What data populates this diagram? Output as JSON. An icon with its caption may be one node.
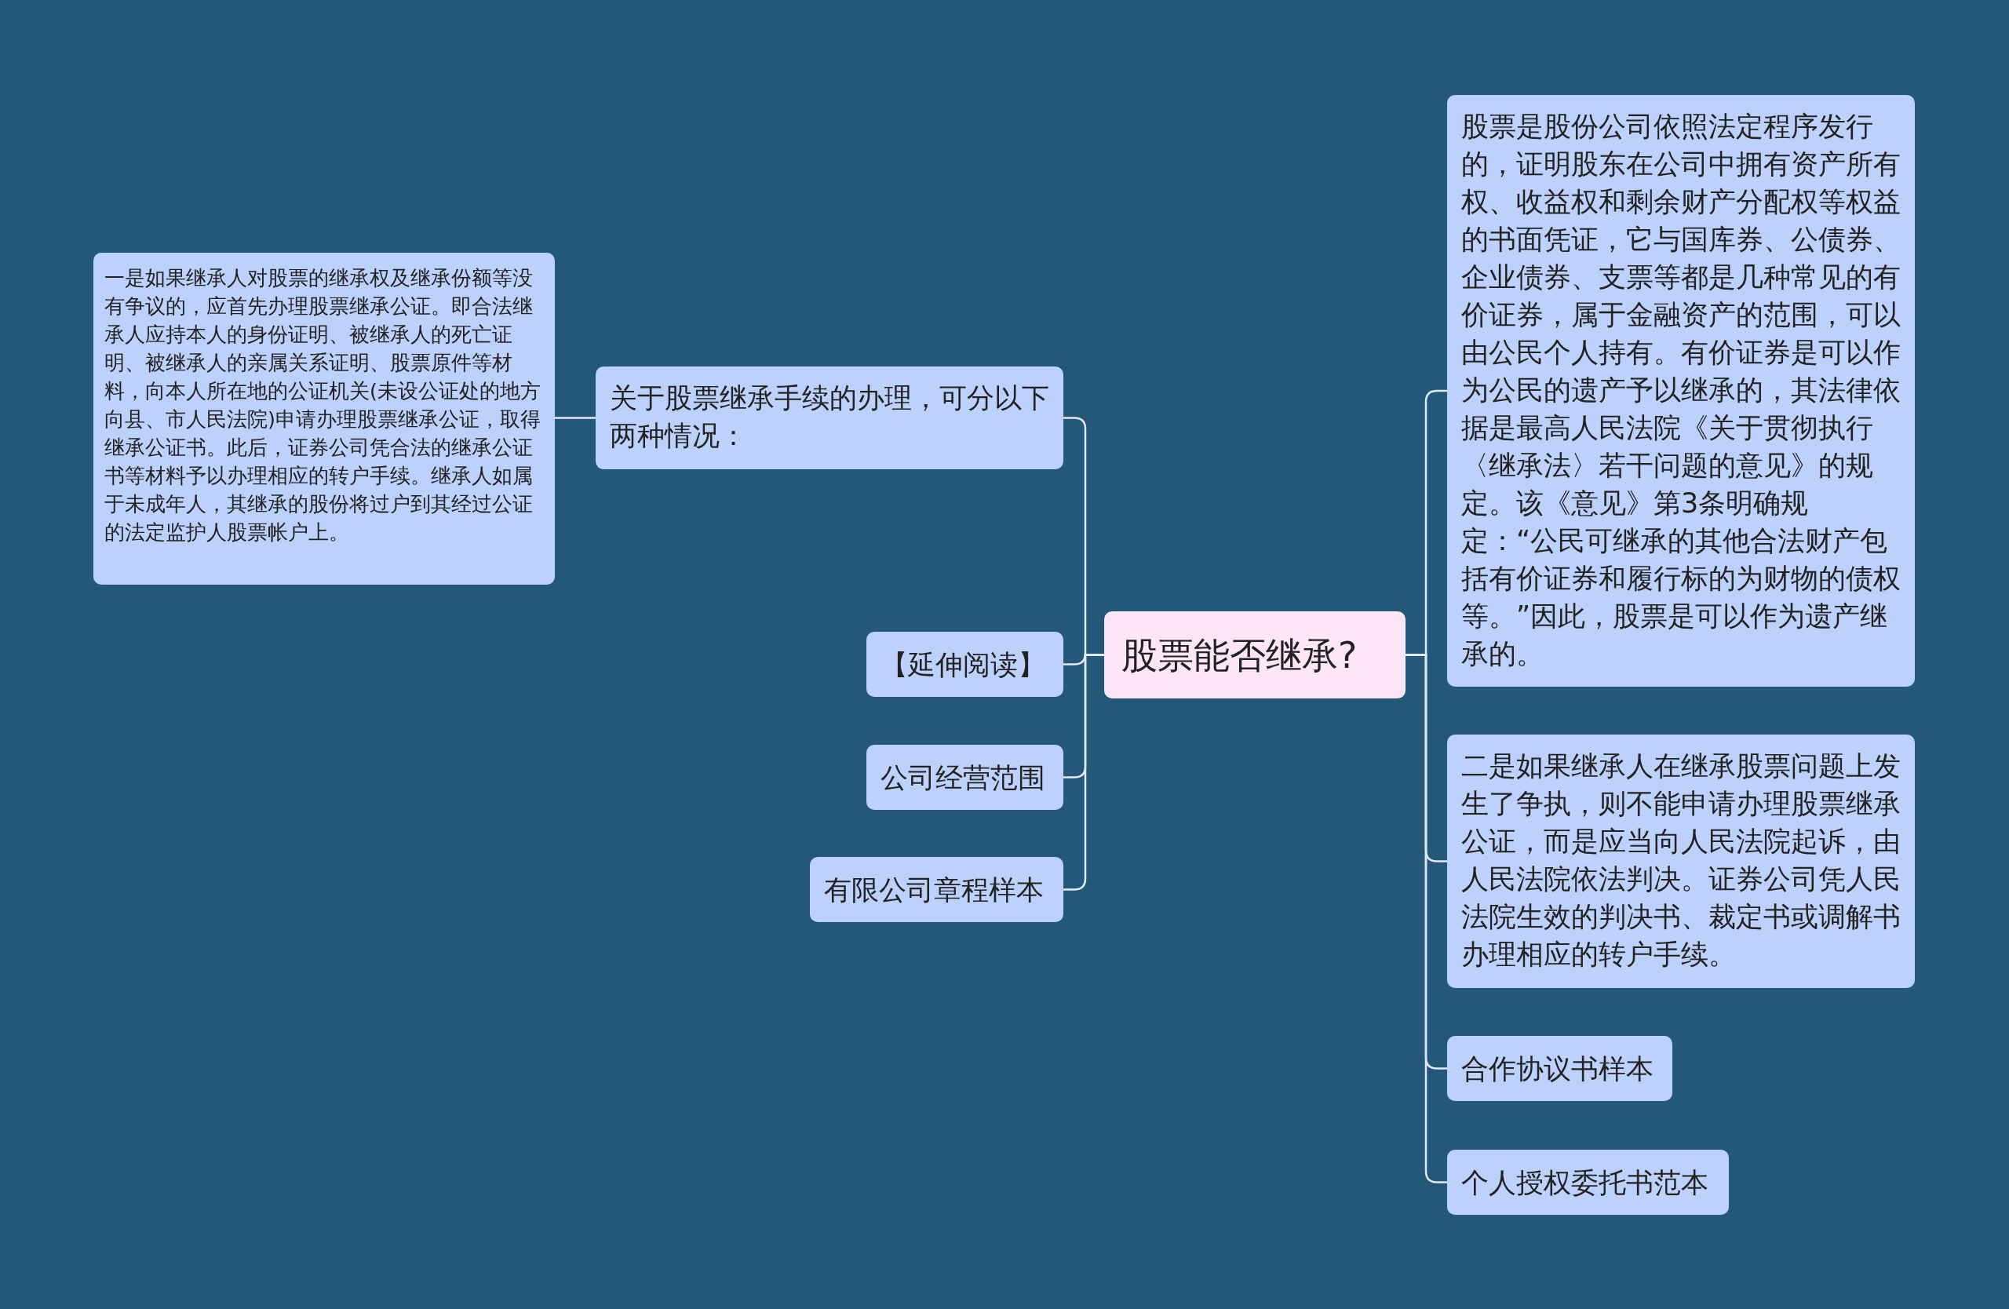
{
  "diagram": {
    "nodes": [
      {
        "text": [
          "股票能否继承?"
        ]
      },
      {
        "text": [
          "关于股票继承手续的办理，可分以下两种情况："
        ]
      },
      {
        "text": [
          "一是如果继承人对股票的继承权及继承份额等没有争议的，应首先办理股票继承公证。即合法继承人应持本人的身份证明、被继承人的死亡证明、被继承人的亲属关系证明、股票原件等材料，向本人所在地的公证机关(未设公证处的地方向县、市人民法院)申请办理股票继承公证，取得继承公证书。此后，证券公司凭合法的继承公证书等材料予以办理相应的转户手续。继承人如属于未成年人，其继承的股份将过户到其经过公证的法定监护人股票帐户上。"
        ]
      },
      {
        "text": [
          "【延伸阅读】"
        ]
      },
      {
        "text": [
          "公司经营范围"
        ]
      },
      {
        "text": [
          "有限公司章程样本"
        ]
      },
      {
        "text": [
          "股票是股份公司依照法定程序发行的，证明股东在公司中拥有资产所有权、收益权和剩余财产分配权等权益的书面凭证，它与国库券、公债券、企业债券、支票等都是几种常见的有价证券，属于金融资产的范围，可以由公民个人持有。有价证券是可以作为公民的遗产予以继承的，其法律依据是最高人民法院《关于贯彻执行〈继承法〉若干问题的意见》的规定。该《意见》第3条明确规定：“公民可继承的其他合法财产包括有价证券和履行标的为财物的债权等。”因此，股票是可以作为遗产继承的。"
        ]
      },
      {
        "text": [
          "二是如果继承人在继承股票问题上发生了争执，则不能申请办理股票继承公证，而是应当向人民法院起诉，由人民法院依法判决。证券公司凭人民法院生效的判决书、裁定书或调解书办理相应的转户手续。"
        ]
      },
      {
        "text": [
          "合作协议书样本"
        ]
      },
      {
        "text": [
          "个人授权委托书范本"
        ]
      }
    ],
    "edges": [
      {
        "from": 0,
        "to": 1,
        "arrow": "none"
      },
      {
        "from": 1,
        "to": 2,
        "arrow": "none"
      },
      {
        "from": 0,
        "to": 3,
        "arrow": "none"
      },
      {
        "from": 0,
        "to": 4,
        "arrow": "none"
      },
      {
        "from": 0,
        "to": 5,
        "arrow": "none"
      },
      {
        "from": 0,
        "to": 6,
        "arrow": "none"
      },
      {
        "from": 0,
        "to": 7,
        "arrow": "none"
      },
      {
        "from": 0,
        "to": 8,
        "arrow": "none"
      },
      {
        "from": 0,
        "to": 9,
        "arrow": "none"
      }
    ]
  }
}
